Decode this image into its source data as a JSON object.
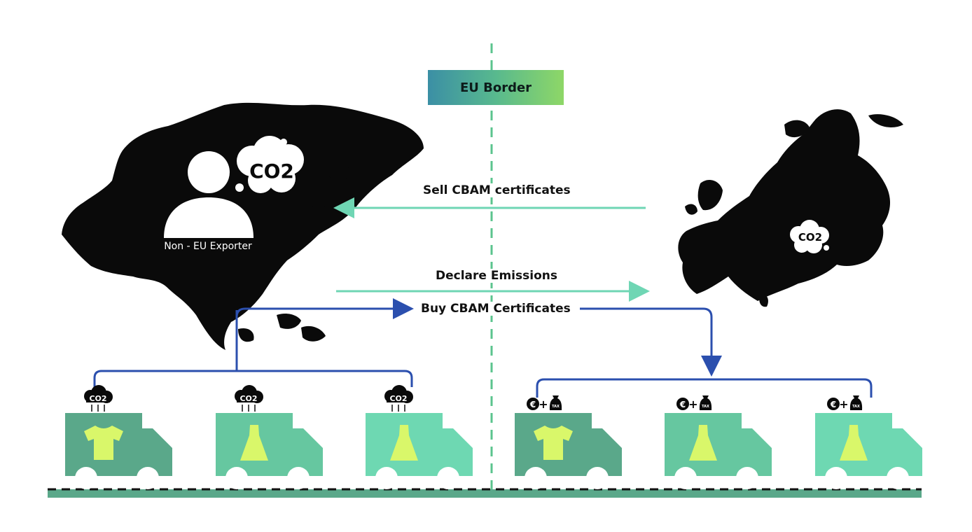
{
  "border_label": "EU Border",
  "flows": {
    "sell": "Sell CBAM certificates",
    "declare": "Declare Emissions",
    "buy": "Buy CBAM Certificates"
  },
  "exporter_label": "Non - EU Exporter",
  "co2_label": "CO2",
  "euro_symbol": "€",
  "tax_label": "TAX",
  "colors": {
    "arrow_teal": "#6fd6b4",
    "arrow_blue": "#2b4fae",
    "border_dash": "#5bc48e",
    "truck_dark": "#5aa88a",
    "truck_mid": "#66c7a0",
    "truck_light": "#6ed8b2",
    "cargo": "#d9f76a",
    "road": "#5aa88a"
  },
  "trucks_left": [
    {
      "cargo": "tshirt-icon",
      "tag": "co2"
    },
    {
      "cargo": "dress-icon",
      "tag": "co2"
    },
    {
      "cargo": "dress-icon",
      "tag": "co2"
    }
  ],
  "trucks_right": [
    {
      "cargo": "tshirt-icon",
      "tag": "euro-tax"
    },
    {
      "cargo": "dress-icon",
      "tag": "euro-tax"
    },
    {
      "cargo": "dress-icon",
      "tag": "euro-tax"
    }
  ]
}
